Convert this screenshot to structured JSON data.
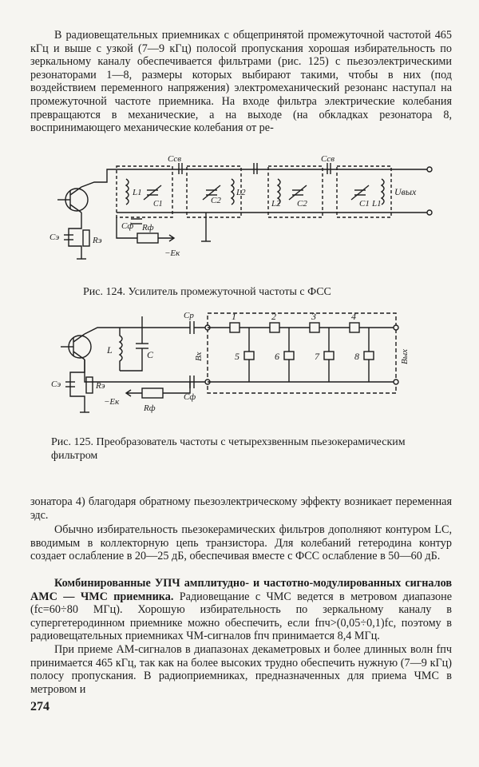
{
  "paragraphs": {
    "p1": "В радиовещательных приемниках с общепринятой промежуточной частотой 465 кГц и выше с узкой (7—9 кГц) полосой пропускания хорошая избирательность по зеркальному каналу обеспечивается фильтрами (рис. 125) с пьезоэлектрическими резонаторами 1—8, размеры которых выбирают такими, чтобы в них (под воздействием переменного напряжения) электромеханический резонанс наступал на промежуточной частоте приемника. На входе фильтра электрические колебания превращаются в механические, а на выходе (на обкладках резонатора 8, воспринимающего механические колебания от ре-",
    "p2": "зонатора 4) благодаря обратному пьезоэлектрическому эффекту возникает переменная эдс.",
    "p3": "Обычно избирательность пьезокерамических фильтров дополняют контуром LC, вводимым в коллекторную цепь транзистора. Для колебаний гетеродина контур создает ослабление в 20—25 дБ, обеспечивая вместе с ФСС ослабление в 50—60 дБ.",
    "p4_heading": "Комбинированные УПЧ амплитудно- и частотно-модулированных сигналов АМС — ЧМС приемника.",
    "p4_body": "Радиовещание с ЧМС ведется в метровом диапазоне (fc=60÷80 МГц). Хорошую избирательность по зеркальному каналу в супергетеродинном приемнике можно обеспечить, если fпч>(0,05÷0,1)fc, поэтому в радиовещательных приемниках ЧМ-сигналов fпч принимается 8,4 МГц.",
    "p5": "При приеме АМ-сигналов в диапазонах декаметровых и более длинных волн fпч принимается 465 кГц, так как на более высоких трудно обеспечить нужную (7—9 кГц) полосу пропускания. В радиоприемниках, предназначенных для приема ЧМС в метровом и"
  },
  "figures": {
    "fig124": {
      "caption": "Рис. 124. Усилитель промежуточной частоты с ФСС",
      "labels": {
        "cse": "Cсв",
        "csv": "Cсв",
        "l1": "L1",
        "c1": "C1",
        "c2": "C2",
        "l2": "L2",
        "l2b": "L2",
        "c2b": "C2",
        "c1b": "C1",
        "l1b": "L1",
        "uvyh": "Uвых",
        "ce": "Cэ",
        "re": "Rэ",
        "cf": "Cф",
        "rf": "Rф",
        "ek": "−Eк"
      }
    },
    "fig125": {
      "caption": "Рис. 125. Преобразователь частоты с четырехзвенным пьезокерамическим фильтром",
      "labels": {
        "l": "L",
        "c": "C",
        "cp": "Cр",
        "vx": "Вх",
        "vyh": "Вых",
        "r1": "1",
        "r2": "2",
        "r3": "3",
        "r4": "4",
        "r5": "5",
        "r6": "6",
        "r7": "7",
        "r8": "8",
        "ce": "Cэ",
        "re": "Rэ",
        "cf": "Cф",
        "rf": "Rф",
        "ek": "−Eк"
      }
    }
  },
  "page_number": "274"
}
